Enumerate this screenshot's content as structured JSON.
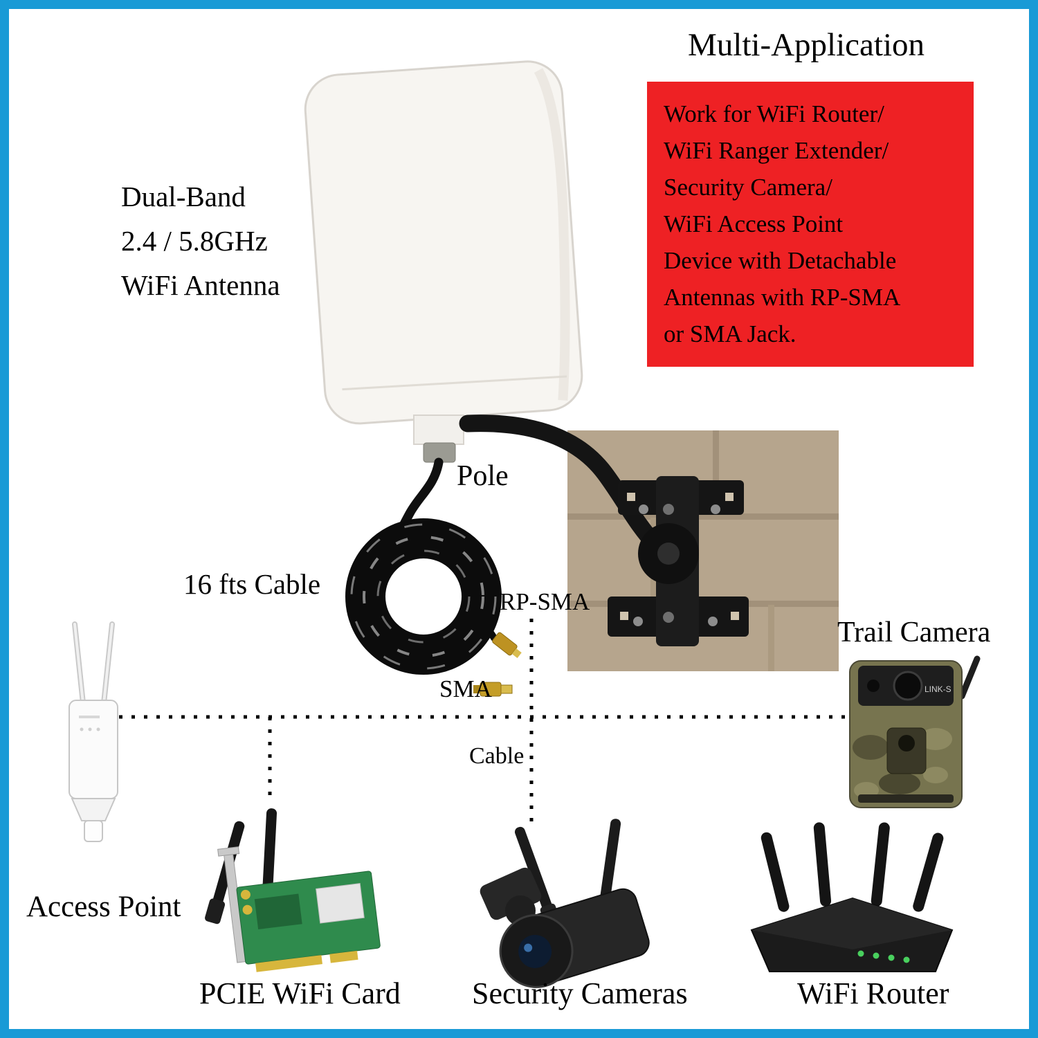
{
  "page": {
    "border_color": "#199ad6",
    "background": "#ffffff",
    "feature_box_color": "#ee2124"
  },
  "title": "Multi-Application",
  "feature_box": {
    "lines": [
      "Work for WiFi Router/",
      "WiFi Ranger Extender/",
      "Security Camera/",
      "WiFi Access Point",
      "Device with Detachable",
      "Antennas with RP-SMA",
      "or SMA Jack."
    ]
  },
  "antenna": {
    "label_lines": [
      "Dual-Band",
      "2.4 / 5.8GHz",
      "WiFi Antenna"
    ]
  },
  "callouts": {
    "pole": "Pole",
    "cable_length": "16 fts Cable",
    "rp_sma": "RP-SMA",
    "sma": "SMA",
    "cable": "Cable"
  },
  "devices": {
    "access_point": {
      "label": "Access Point"
    },
    "pcie_card": {
      "label": "PCIE WiFi Card"
    },
    "security_camera": {
      "label": "Security Cameras"
    },
    "wifi_router": {
      "label": "WiFi Router"
    },
    "trail_camera": {
      "label": "Trail Camera",
      "brand": "LINK-S"
    }
  }
}
